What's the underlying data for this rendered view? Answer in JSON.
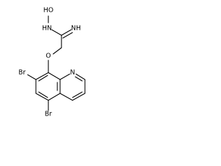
{
  "structure": {
    "labels": {
      "nh_oh": "HO",
      "nh_n": "HN",
      "imine": "NH",
      "ether_o": "O",
      "ring_n": "N",
      "br_top": "Br",
      "br_bottom": "Br"
    }
  }
}
